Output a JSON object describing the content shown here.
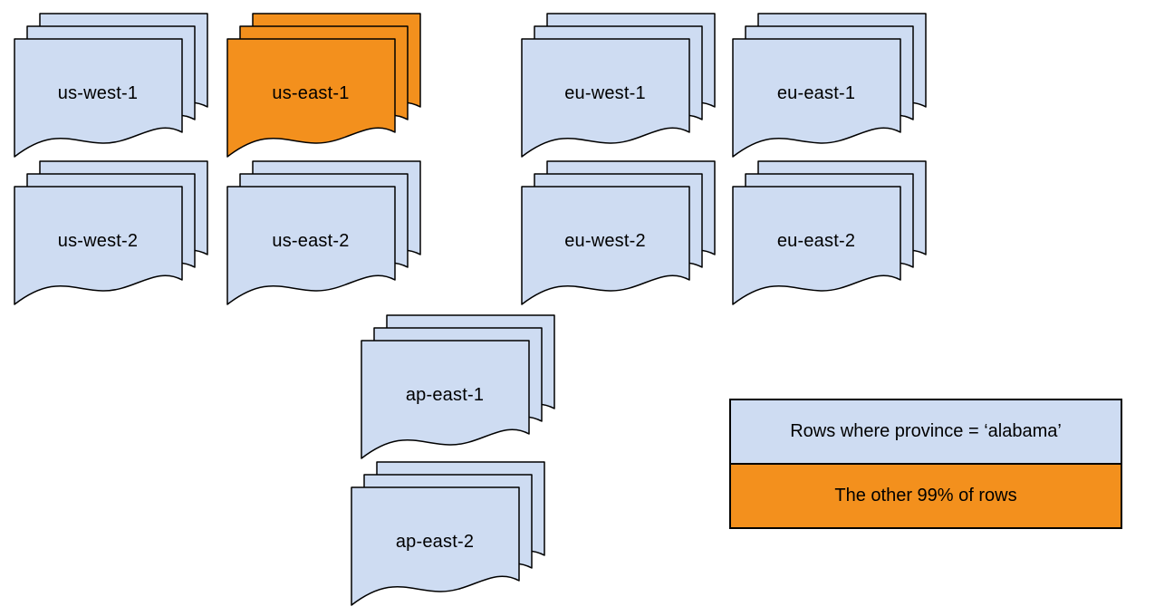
{
  "colors": {
    "normal": "#CEDCF2",
    "highlight": "#F3901D",
    "stroke": "#000000"
  },
  "stacks": [
    {
      "label": "us-west-1",
      "color": "#CEDCF2"
    },
    {
      "label": "us-east-1",
      "color": "#F3901D"
    },
    {
      "label": "eu-west-1",
      "color": "#CEDCF2"
    },
    {
      "label": "eu-east-1",
      "color": "#CEDCF2"
    },
    {
      "label": "us-west-2",
      "color": "#CEDCF2"
    },
    {
      "label": "us-east-2",
      "color": "#CEDCF2"
    },
    {
      "label": "eu-west-2",
      "color": "#CEDCF2"
    },
    {
      "label": "eu-east-2",
      "color": "#CEDCF2"
    },
    {
      "label": "ap-east-1",
      "color": "#CEDCF2"
    },
    {
      "label": "ap-east-2",
      "color": "#CEDCF2"
    }
  ],
  "legend": {
    "items": [
      {
        "label": "Rows where province = ‘alabama’",
        "color": "#CEDCF2"
      },
      {
        "label": "The other 99% of rows",
        "color": "#F3901D"
      }
    ]
  }
}
